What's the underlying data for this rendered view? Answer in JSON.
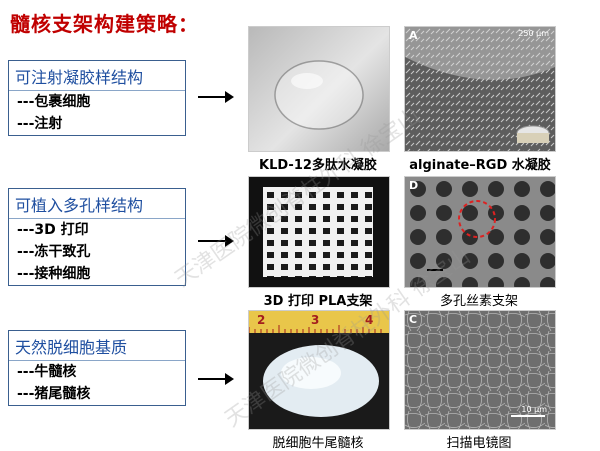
{
  "title": "髓核支架构建策略：",
  "sections": [
    {
      "heading": "可注射凝胶样结构",
      "items": [
        "---包裹细胞",
        "---注射"
      ]
    },
    {
      "heading": "可植入多孔样结构",
      "items": [
        "---3D 打印",
        "---冻干致孔",
        "---接种细胞"
      ]
    },
    {
      "heading": "天然脱细胞基质",
      "items": [
        "---牛髓核",
        "---猪尾髓核"
      ]
    }
  ],
  "captions": {
    "r1_left": "KLD-12多肽水凝胶",
    "r1_right": "alginate–RGD 水凝胶",
    "r2_left": "3D 打印 PLA支架",
    "r2_right": "多孔丝素支架",
    "r3_left": "脱细胞牛尾髓核",
    "r3_right": "扫描电镜图"
  },
  "panel_letters": {
    "a": "A",
    "d": "D",
    "c": "C"
  },
  "scale_labels": {
    "a": "250 μm",
    "c": "10 μm"
  },
  "ruler_numbers": [
    "2",
    "3",
    "4"
  ],
  "watermark": "天津医院微创脊柱外科 徐宝山"
}
